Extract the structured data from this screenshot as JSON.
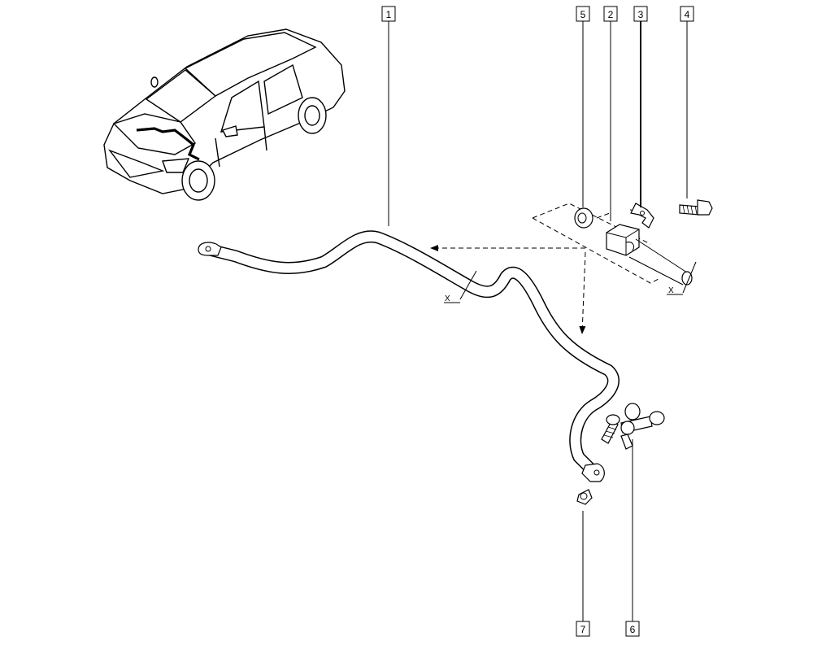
{
  "callouts": {
    "bar": "1",
    "bushing": "2",
    "clamp": "3",
    "bolt": "4",
    "nut_upper": "5",
    "link_rod": "6",
    "nut_lower": "7"
  },
  "dimension_label": "X",
  "colors": {
    "line": "#000000",
    "background": "#ffffff"
  },
  "icons": {
    "vehicle": "sedan-car-illustration",
    "dashed_arrow": "assembly-direction-arrow"
  }
}
